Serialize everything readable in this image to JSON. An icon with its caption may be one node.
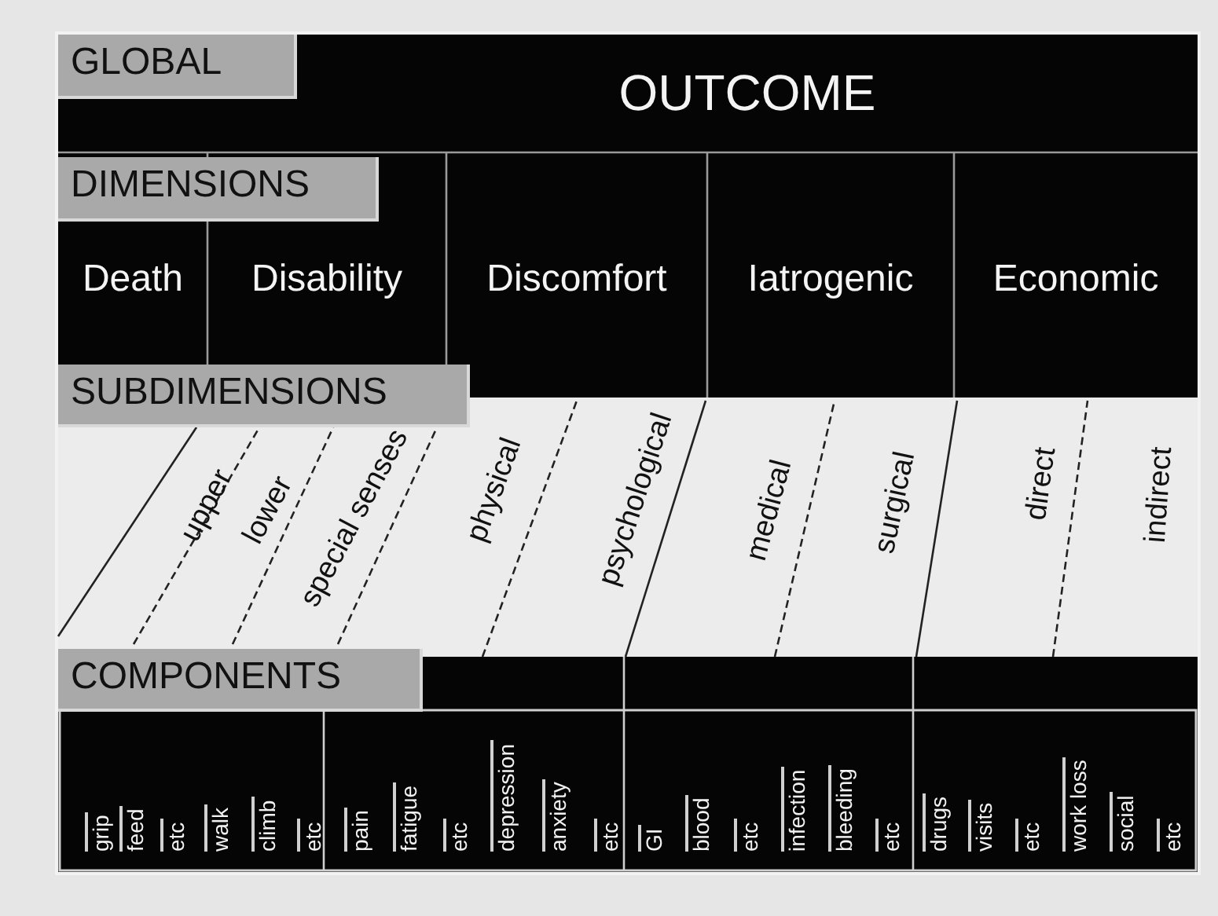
{
  "diagram": {
    "nodes": [
      {
        "text": [
          "GLOBAL"
        ]
      },
      {
        "text": [
          "OUTCOME"
        ]
      },
      {
        "text": [
          "DIMENSIONS"
        ]
      },
      {
        "text": [
          "Death"
        ]
      },
      {
        "text": [
          "Disability"
        ]
      },
      {
        "text": [
          "Discomfort"
        ]
      },
      {
        "text": [
          "Iatrogenic"
        ]
      },
      {
        "text": [
          "Economic"
        ]
      },
      {
        "text": [
          "SUBDIMENSIONS"
        ]
      },
      {
        "text": [
          "COMPONENTS"
        ]
      }
    ],
    "labels": [
      "upper",
      "lower",
      "special senses",
      "physical",
      "psychological",
      "medical",
      "surgical",
      "direct",
      "indirect",
      "grip",
      "feed",
      "etc",
      "walk",
      "climb",
      "etc",
      "pain",
      "fatigue",
      "etc",
      "depression",
      "anxiety",
      "etc",
      "GI",
      "blood",
      "etc",
      "infection",
      "bleeding",
      "etc",
      "drugs",
      "visits",
      "etc",
      "work loss",
      "social",
      "etc"
    ]
  }
}
